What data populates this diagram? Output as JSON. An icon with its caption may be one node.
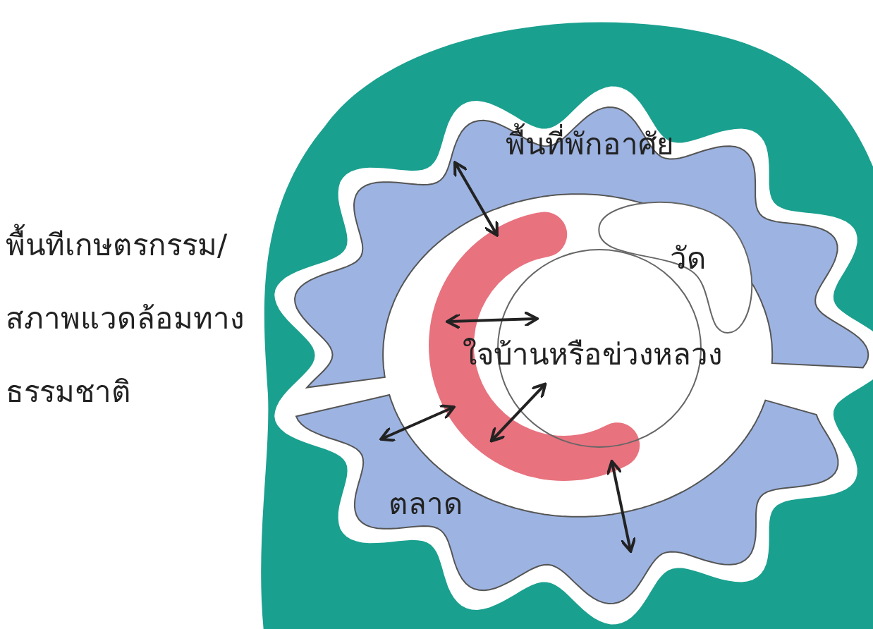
{
  "diagram": {
    "nodes": [
      {
        "text": [
          "พื้นทีเกษตรกรรม/ สภาพแวดล้อมทาง ธรรมชาติ"
        ]
      },
      {
        "text": [
          "พื้นที่พักอาศัย"
        ],
        "in": 0
      },
      {
        "text": [],
        "shape": "crescent",
        "in": 0
      },
      {
        "text": [
          "วัด"
        ],
        "in": 0
      },
      {
        "text": [
          "ใจบ้านหรือข่วงหลวง"
        ],
        "in": 0
      },
      {
        "text": [
          "ตลาด"
        ],
        "in": 0
      }
    ],
    "edges": [
      {
        "from": 1,
        "to": 2,
        "arrow": "both"
      },
      {
        "from": 2,
        "to": 4,
        "arrow": "both"
      },
      {
        "from": 5,
        "to": 2,
        "arrow": "both"
      },
      {
        "from": 2,
        "to": 4,
        "arrow": "both"
      },
      {
        "from": 2,
        "to": 5,
        "arrow": "both"
      }
    ]
  }
}
